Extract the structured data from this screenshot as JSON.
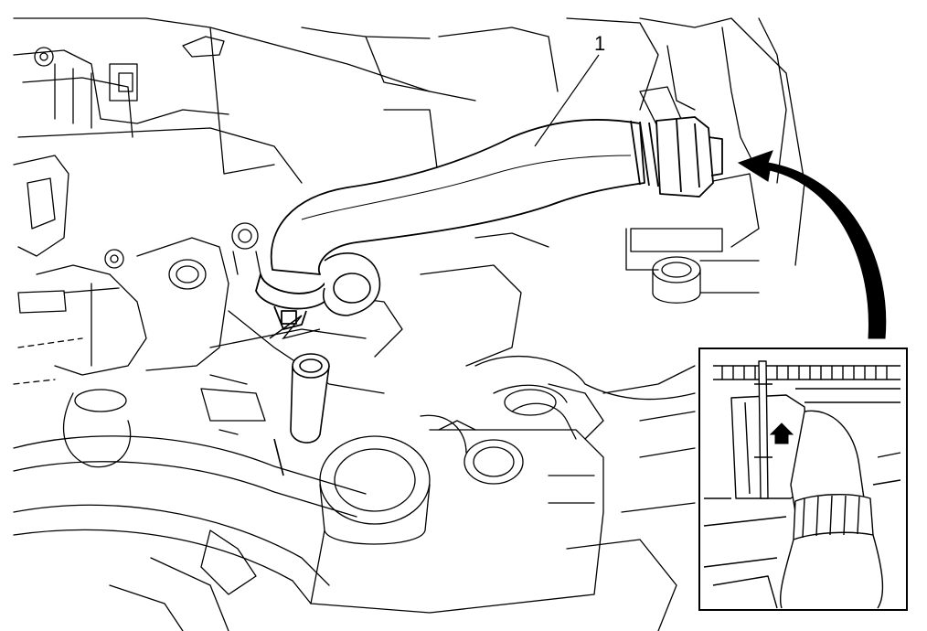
{
  "figure": {
    "callouts": [
      {
        "label": "1",
        "part": "hose"
      }
    ],
    "colors": {
      "line": "#000000",
      "background": "#ffffff"
    },
    "views": {
      "main": "engine-bay-line-drawing",
      "inset": "connector-detail"
    }
  }
}
